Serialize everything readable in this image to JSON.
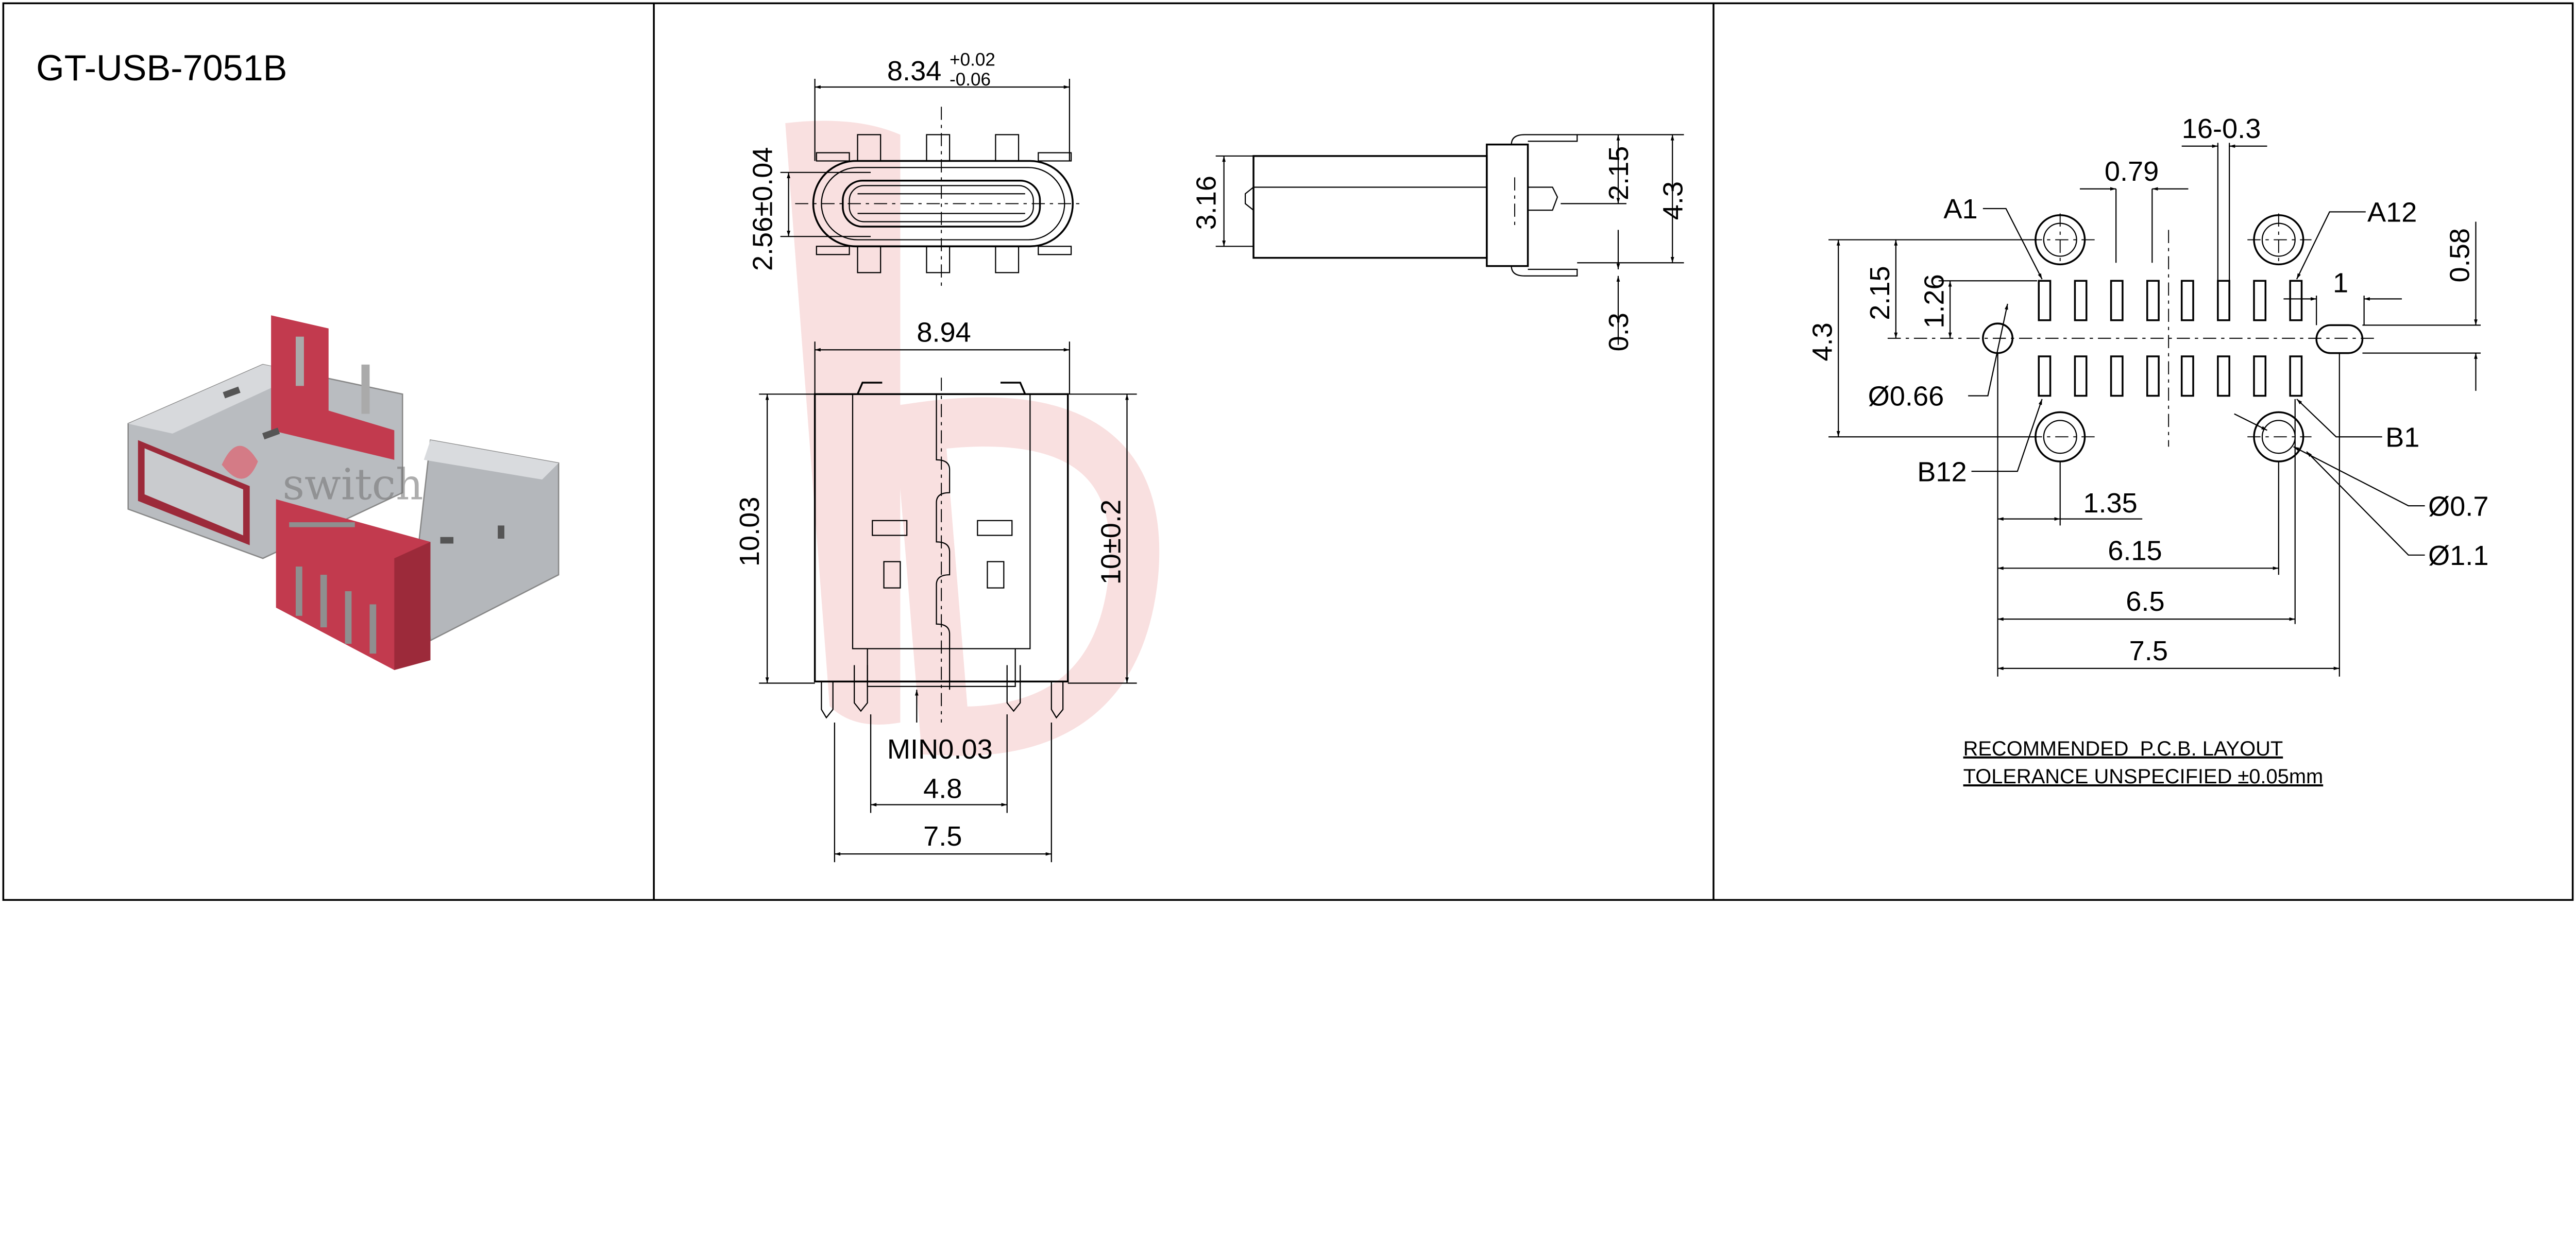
{
  "part_number": "GT-USB-7051B",
  "watermark": "switch",
  "front_view": {
    "width": "8.34",
    "width_tol_plus": "+0.02",
    "width_tol_minus": "-0.06",
    "height": "2.56±0.04"
  },
  "side_view": {
    "body_height": "3.16",
    "pin_offset": "2.15",
    "overall_height": "4.3",
    "pin_thickness": "0.3"
  },
  "bottom_view": {
    "overall_width": "8.94",
    "body_length": "10.03",
    "length": "10±0.2",
    "min_gap": "MIN0.03",
    "inner_pin_span": "4.8",
    "outer_pin_span": "7.5"
  },
  "pcb_layout": {
    "pad_width": "16-0.3",
    "pitch": "0.79",
    "pad_a1": "A1",
    "pad_a12": "A12",
    "pad_b1": "B1",
    "pad_b12": "B12",
    "slot_width": "1",
    "slot_height": "0.58",
    "row_offset": "1.26",
    "hole_offset": "2.15",
    "hole_spacing_y": "4.3",
    "small_hole_dia": "Ø0.66",
    "hole_dia_inner": "Ø0.7",
    "hole_dia_outer": "Ø1.1",
    "dim_1_35": "1.35",
    "dim_6_15": "6.15",
    "dim_6_5": "6.5",
    "dim_7_5": "7.5",
    "note_title": "RECOMMENDED  P.C.B. LAYOUT",
    "note_tolerance": "TOLERANCE UNSPECIFIED ±0.05mm"
  }
}
